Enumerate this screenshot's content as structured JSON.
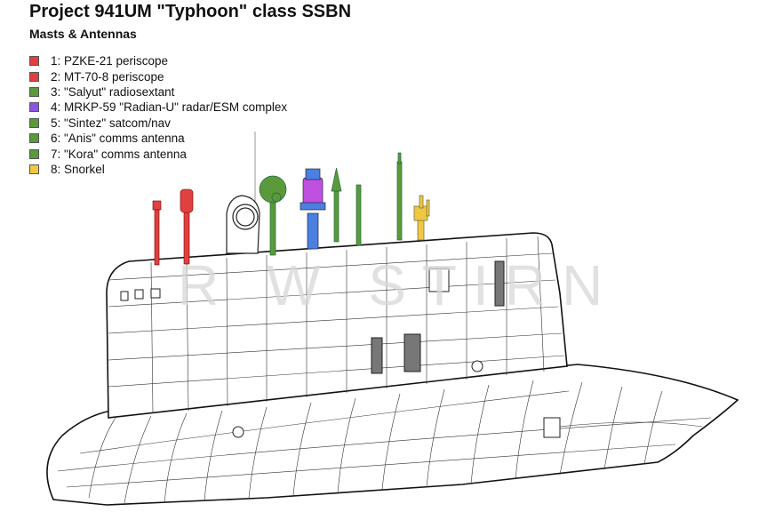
{
  "title": "Project 941UM \"Typhoon\" class SSBN",
  "subtitle": "Masts & Antennas",
  "legend": [
    {
      "label": "1: PZKE-21 periscope",
      "color": "#e04040"
    },
    {
      "label": "2: MT-70-8 periscope",
      "color": "#e04040"
    },
    {
      "label": "3: \"Salyut\" radiosextant",
      "color": "#5a9a3a"
    },
    {
      "label": "4: MRKP-59 \"Radian-U\" radar/ESM complex",
      "color": "#8a55e0"
    },
    {
      "label": "5: \"Sintez\" satcom/nav",
      "color": "#5a9a3a"
    },
    {
      "label": "6: \"Anis\" comms antenna",
      "color": "#5a9a3a"
    },
    {
      "label": "7: \"Kora\" comms antenna",
      "color": "#5a9a3a"
    },
    {
      "label": "8: Snorkel",
      "color": "#f0c840"
    }
  ],
  "watermark": "R W STIRN"
}
